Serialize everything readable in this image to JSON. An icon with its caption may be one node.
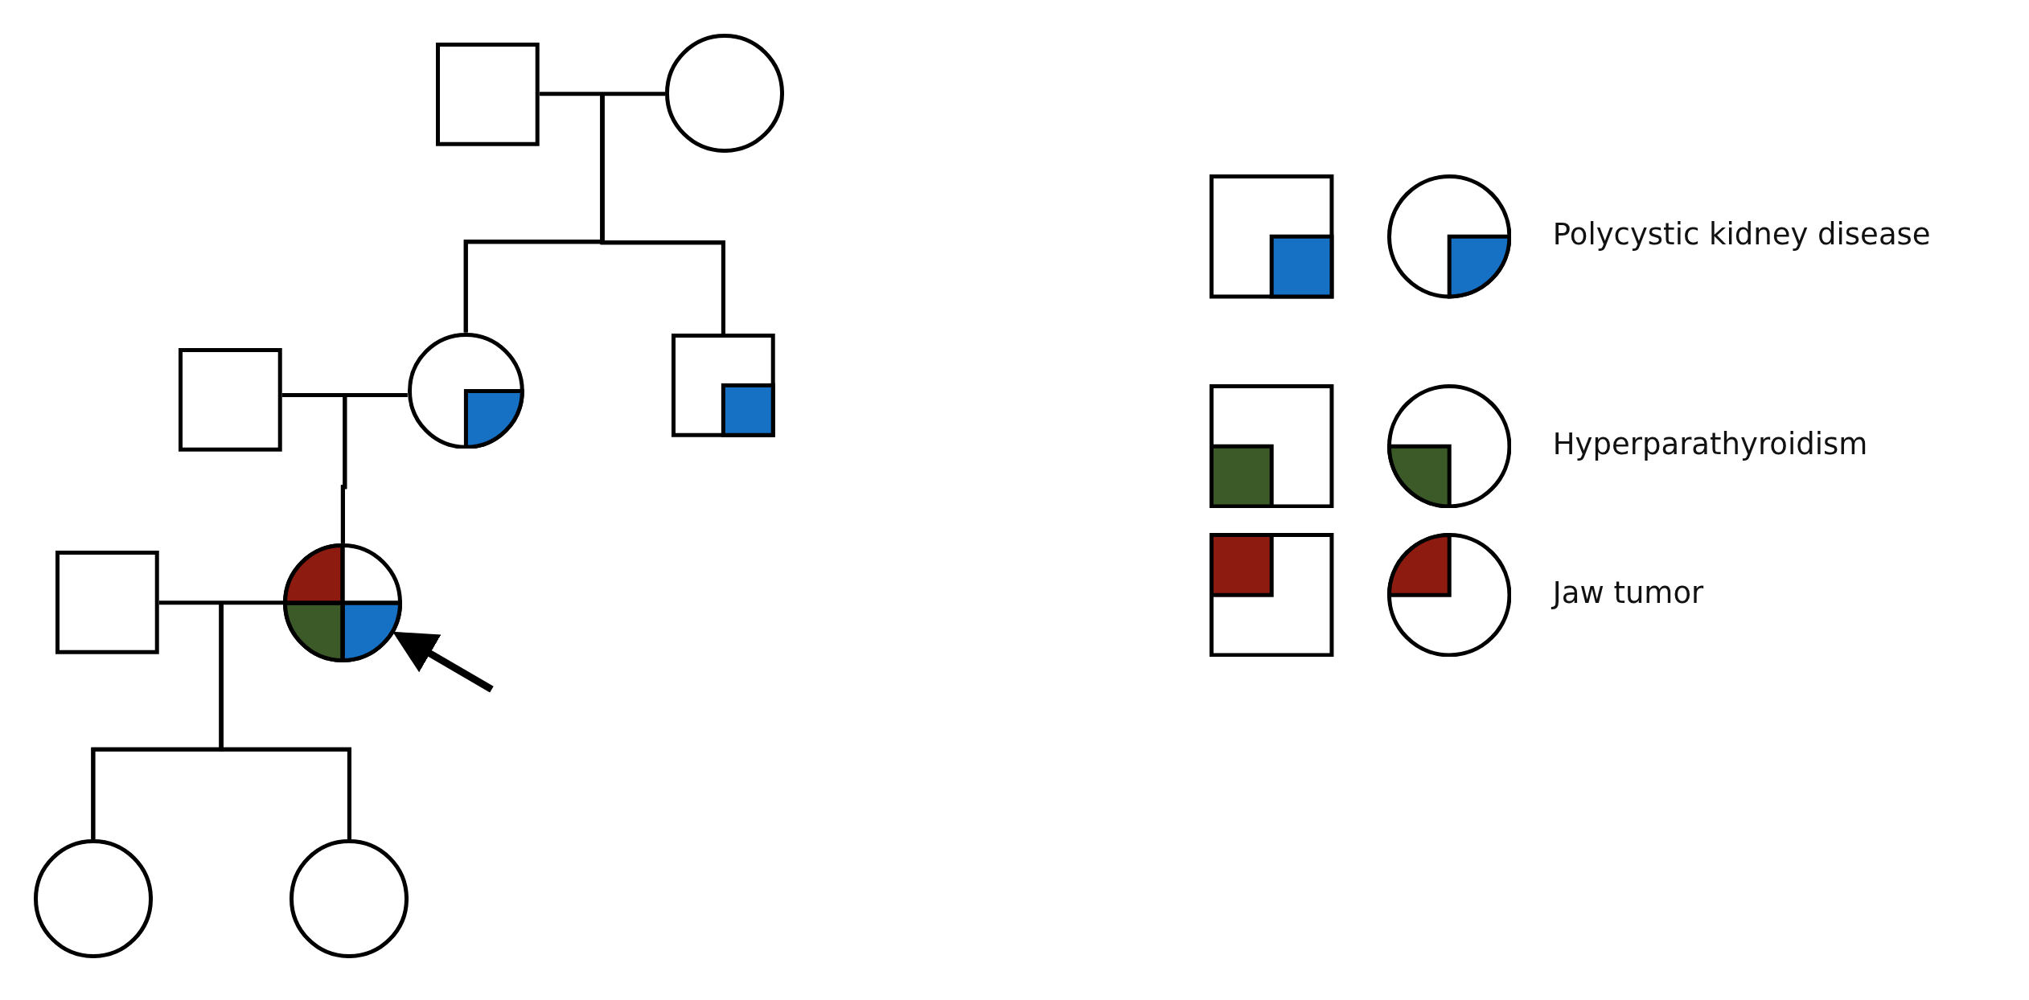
{
  "diagram": {
    "nodes": [
      {
        "text": [],
        "shape": "box"
      },
      {
        "text": [],
        "shape": "circle"
      },
      {
        "text": [],
        "shape": "box"
      },
      {
        "text": [],
        "shape": "circle"
      },
      {
        "text": [],
        "shape": "box"
      },
      {
        "text": [],
        "shape": "box"
      },
      {
        "text": [],
        "shape": "circle"
      },
      {
        "text": [],
        "shape": "circle"
      },
      {
        "text": [],
        "shape": "circle"
      }
    ],
    "edges": [
      {
        "from": 0,
        "to": 1,
        "arrow": "none"
      },
      {
        "from": 0,
        "to": 3,
        "arrow": "none"
      },
      {
        "from": 0,
        "to": 4,
        "arrow": "none"
      },
      {
        "from": 1,
        "to": 3,
        "arrow": "none"
      },
      {
        "from": 1,
        "to": 4,
        "arrow": "none"
      },
      {
        "from": 2,
        "to": 3,
        "arrow": "none"
      },
      {
        "from": 2,
        "to": 6,
        "arrow": "none"
      },
      {
        "from": 3,
        "to": 6,
        "arrow": "none"
      },
      {
        "from": 5,
        "to": 6,
        "arrow": "none"
      },
      {
        "from": 5,
        "to": 7,
        "arrow": "none"
      },
      {
        "from": 5,
        "to": 8,
        "arrow": "none"
      },
      {
        "from": 6,
        "to": 7,
        "arrow": "none"
      },
      {
        "from": 6,
        "to": 8,
        "arrow": "none"
      },
      {
        "from": null,
        "to": 6,
        "arrow": "to",
        "style": "thick"
      }
    ],
    "legend": [
      {
        "text": "Polycystic kidney disease",
        "color": "#1670c4"
      },
      {
        "text": "Hyperparathyroidism",
        "color": "#3b5a27"
      },
      {
        "text": "Jaw tumor",
        "color": "#8e1b10"
      }
    ]
  }
}
